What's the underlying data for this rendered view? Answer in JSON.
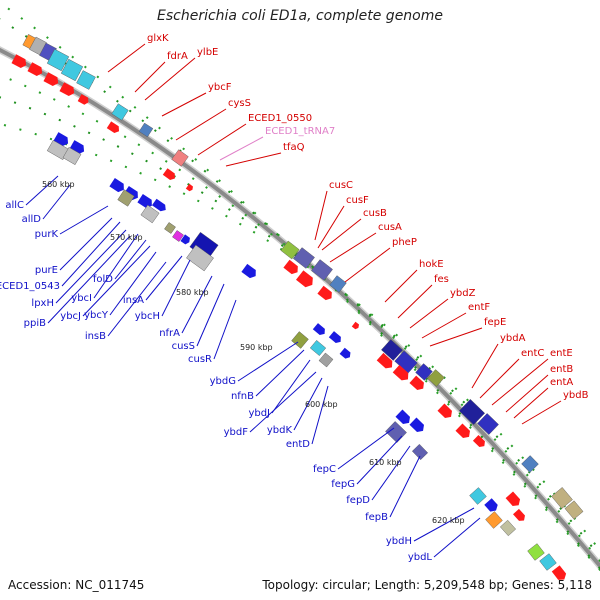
{
  "title": "Escherichia coli ED1a, complete genome",
  "footer": {
    "accession": "Accession: NC_011745",
    "summary": "Topology: circular; Length: 5,209,548 bp; Genes: 5,118"
  },
  "colors": {
    "forward_label": "#d40000",
    "reverse_label": "#1010c8",
    "trna_label": "#e080c8",
    "backbone": "#8a8a8a"
  },
  "kbp_ticks": [
    "560 kbp",
    "570 kbp",
    "580 kbp",
    "590 kbp",
    "600 kbp",
    "610 kbp",
    "620 kbp"
  ],
  "forward_genes": [
    "glxK",
    "fdrA",
    "ylbE",
    "ybcF",
    "cysS",
    "ECED1_0550",
    "ECED1_tRNA7",
    "tfaQ",
    "cusC",
    "cusF",
    "cusB",
    "cusA",
    "pheP",
    "hokE",
    "fes",
    "ybdZ",
    "entF",
    "fepE",
    "ybdA",
    "entC",
    "entE",
    "entB",
    "entA",
    "ybdB"
  ],
  "reverse_genes": [
    "allC",
    "allD",
    "purK",
    "purE",
    "ECED1_0543",
    "lpxH",
    "ppiB",
    "ybcI",
    "folD",
    "ybcJ",
    "ybcY",
    "insB",
    "insA",
    "ybcH",
    "nfrA",
    "cusS",
    "cusR",
    "ybdG",
    "nfnB",
    "ybdJ",
    "ybdF",
    "ybdK",
    "entD",
    "fepC",
    "fepG",
    "fepD",
    "fepB",
    "ybdH",
    "ybdL"
  ]
}
